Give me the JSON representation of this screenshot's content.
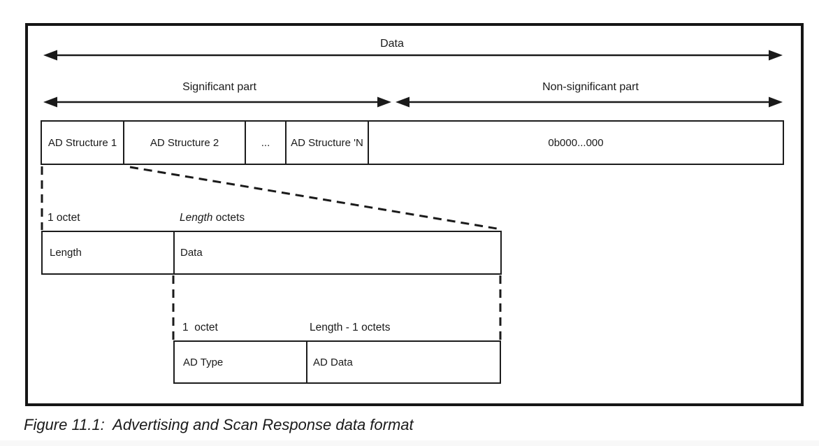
{
  "figure": {
    "top_arrows": {
      "data": "Data",
      "significant": "Significant part",
      "non_significant": "Non-significant part"
    },
    "ad_structures_row": {
      "cells": [
        "AD Structure 1",
        "AD Structure 2",
        "...",
        "AD Structure 'N",
        "0b000...000"
      ]
    },
    "length_data_box": {
      "octet_label": "1 octet",
      "length_octets_italic": "Length",
      "length_octets_rest": " octets",
      "cells": [
        "Length",
        "Data"
      ]
    },
    "ad_type_data_box": {
      "octet_label": "1  octet",
      "length_minus_label": "Length - 1 octets",
      "cells": [
        "AD Type",
        "AD Data"
      ]
    },
    "caption": "Figure 11.1:  Advertising and Scan Response data format"
  },
  "colors": {
    "line": "#1a1a1a",
    "background": "#ffffff"
  }
}
